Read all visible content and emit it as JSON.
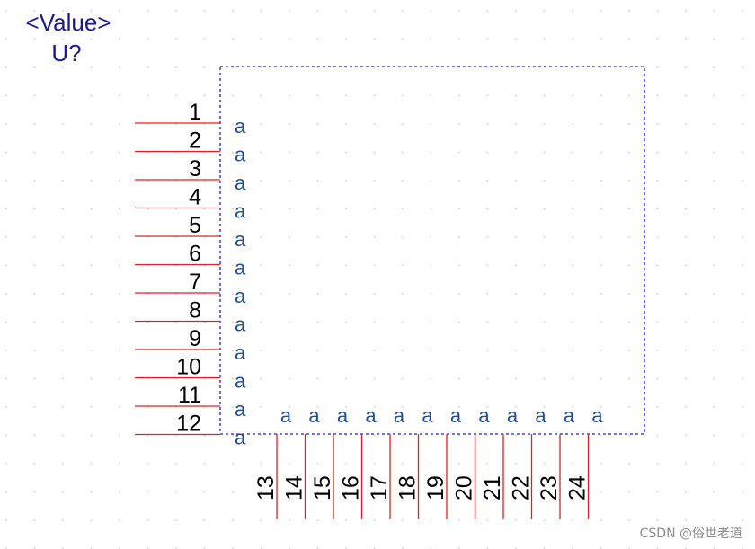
{
  "component": {
    "value": "<Value>",
    "ref": "U?"
  },
  "left_pins": [
    {
      "number": "1",
      "name": "a"
    },
    {
      "number": "2",
      "name": "a"
    },
    {
      "number": "3",
      "name": "a"
    },
    {
      "number": "4",
      "name": "a"
    },
    {
      "number": "5",
      "name": "a"
    },
    {
      "number": "6",
      "name": "a"
    },
    {
      "number": "7",
      "name": "a"
    },
    {
      "number": "8",
      "name": "a"
    },
    {
      "number": "9",
      "name": "a"
    },
    {
      "number": "10",
      "name": "a"
    },
    {
      "number": "11",
      "name": "a"
    },
    {
      "number": "12",
      "name": "a"
    }
  ],
  "bottom_pins": [
    {
      "number": "13",
      "name": "a"
    },
    {
      "number": "14",
      "name": "a"
    },
    {
      "number": "15",
      "name": "a"
    },
    {
      "number": "16",
      "name": "a"
    },
    {
      "number": "17",
      "name": "a"
    },
    {
      "number": "18",
      "name": "a"
    },
    {
      "number": "19",
      "name": "a"
    },
    {
      "number": "20",
      "name": "a"
    },
    {
      "number": "21",
      "name": "a"
    },
    {
      "number": "22",
      "name": "a"
    },
    {
      "number": "23",
      "name": "a"
    },
    {
      "number": "24",
      "name": "a"
    }
  ],
  "watermark": "CSDN @俗世老道",
  "colors": {
    "pin_line": "#e02020",
    "body_outline": "#1a1aff",
    "grid_dot": "#c8c8c8"
  }
}
